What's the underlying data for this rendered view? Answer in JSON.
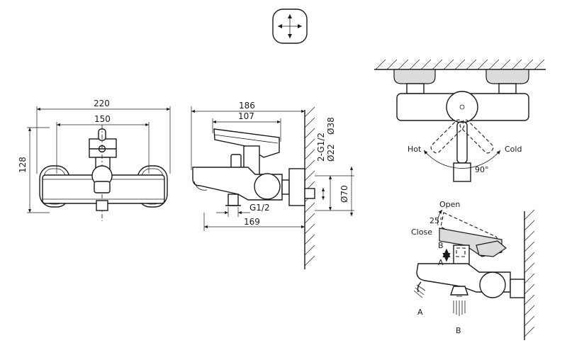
{
  "dimensions": {
    "overall_width": "220",
    "centers": "150",
    "height": "128",
    "depth": "186",
    "lever": "107",
    "spout": "169",
    "outlet_thread": "G1/2",
    "inlet_thread": "2-G1/2",
    "flange_outer": "Ø38",
    "flange_inner": "Ø22",
    "pipe": "Ø70"
  },
  "top_view": {
    "handle_labels": {
      "hot": "Hot",
      "cold": "Cold",
      "angle": "90°"
    }
  },
  "lever_view": {
    "open": "Open",
    "close": "Close",
    "angle": "25°",
    "arrow_up": "B",
    "arrow_down": "A",
    "outlet_a": "A",
    "outlet_b": "B"
  },
  "colors": {
    "line": "#1a1a1a",
    "fill": "#dcdcdc"
  }
}
